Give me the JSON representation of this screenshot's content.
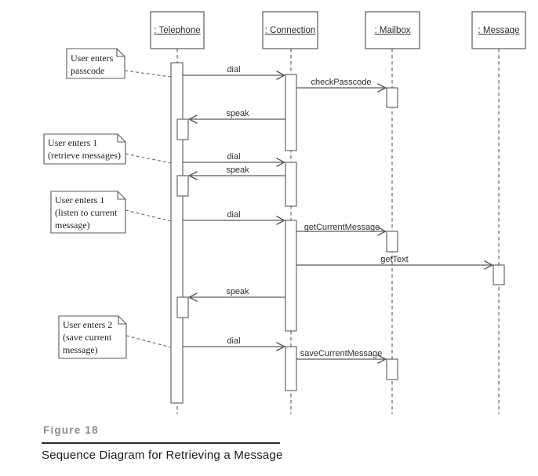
{
  "diagram_type": "uml-sequence-diagram",
  "participants": [
    {
      "name": ": Telephone"
    },
    {
      "name": ": Connection"
    },
    {
      "name": ": Mailbox"
    },
    {
      "name": ": Message"
    }
  ],
  "messages": [
    {
      "label": "dial",
      "from": ": Telephone",
      "to": ": Connection"
    },
    {
      "label": "checkPasscode",
      "from": ": Connection",
      "to": ": Mailbox"
    },
    {
      "label": "speak",
      "from": ": Connection",
      "to": ": Telephone"
    },
    {
      "label": "dial",
      "from": ": Telephone",
      "to": ": Connection"
    },
    {
      "label": "speak",
      "from": ": Connection",
      "to": ": Telephone"
    },
    {
      "label": "dial",
      "from": ": Telephone",
      "to": ": Connection"
    },
    {
      "label": "getCurrentMessage",
      "from": ": Connection",
      "to": ": Mailbox"
    },
    {
      "label": "getText",
      "from": ": Connection",
      "to": ": Message"
    },
    {
      "label": "speak",
      "from": ": Connection",
      "to": ": Telephone"
    },
    {
      "label": "dial",
      "from": ": Telephone",
      "to": ": Connection"
    },
    {
      "label": "saveCurrentMessage",
      "from": ": Connection",
      "to": ": Mailbox"
    }
  ],
  "notes": [
    {
      "lines": [
        "User enters",
        "passcode"
      ]
    },
    {
      "lines": [
        "User enters 1",
        "(retrieve messages)"
      ]
    },
    {
      "lines": [
        "User enters 1",
        "(listen to current",
        "message)"
      ]
    },
    {
      "lines": [
        "User enters 2",
        "(save current",
        "message)"
      ]
    }
  ],
  "caption": {
    "figure_label": "Figure 18",
    "title": "Sequence Diagram for Retrieving a Message"
  },
  "colors": {
    "stroke": "#5a5a5a",
    "text": "#2e2e2e",
    "caption_gray": "#8c8c8c",
    "divider": "#2a2a2a"
  }
}
